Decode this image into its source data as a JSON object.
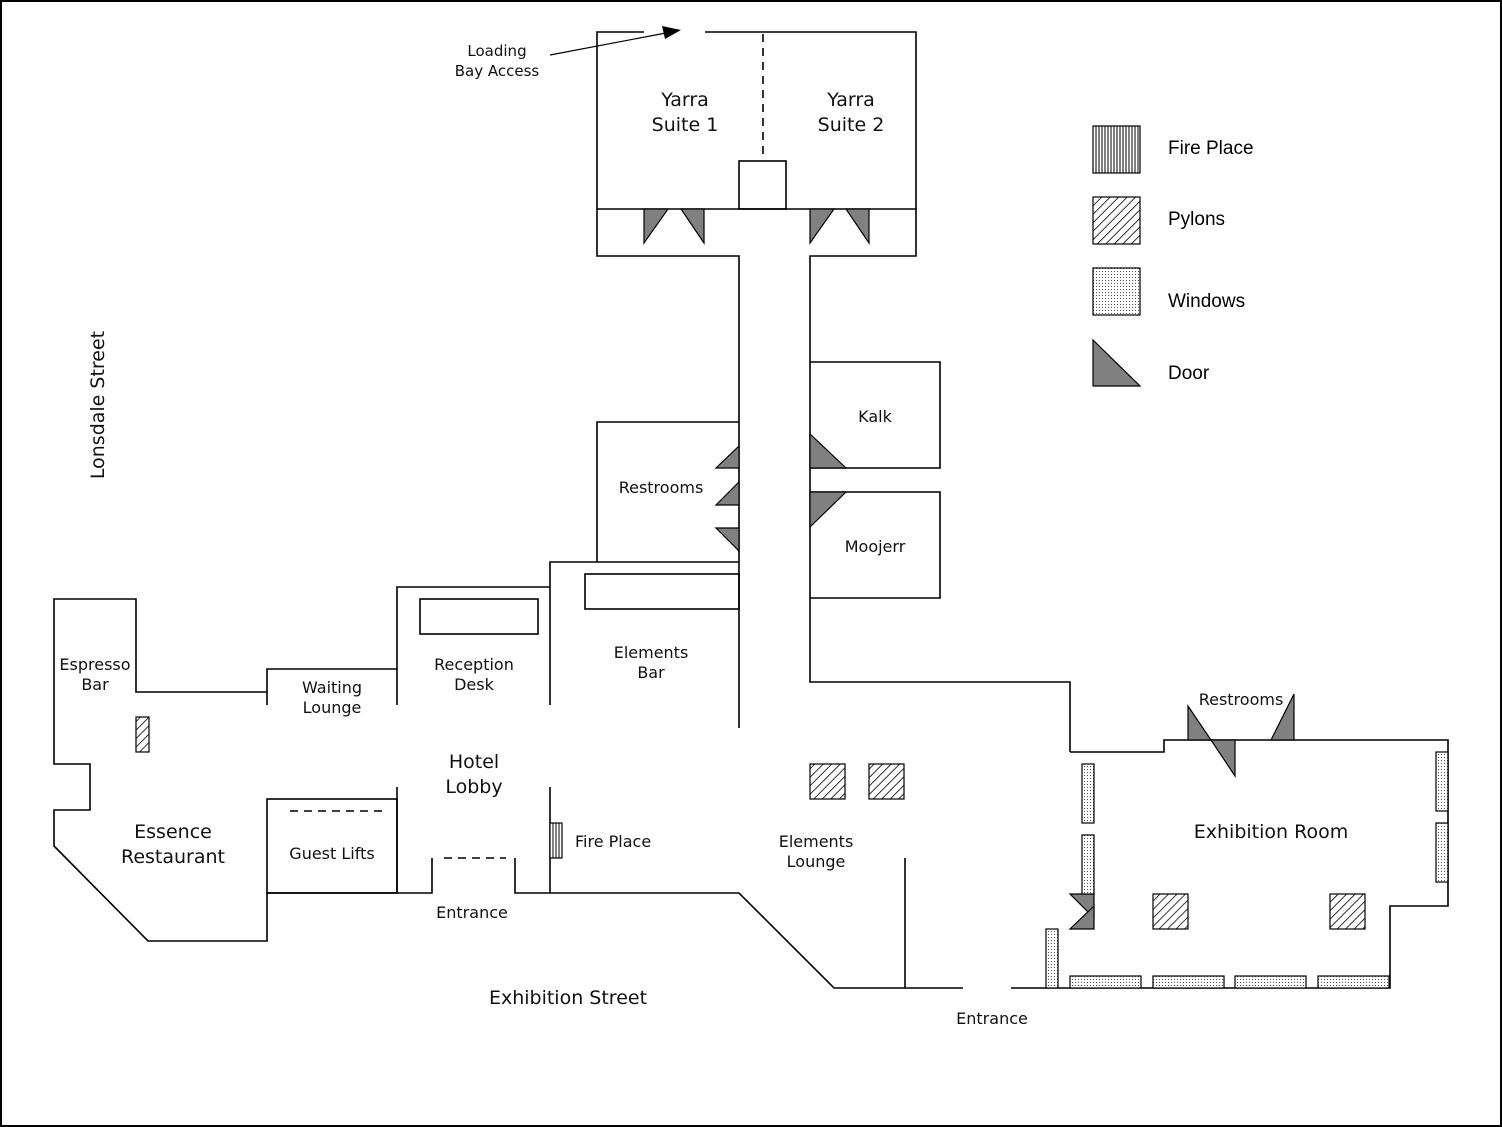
{
  "labels": {
    "loading_bay_1": "Loading",
    "loading_bay_2": "Bay Access",
    "yarra1_a": "Yarra",
    "yarra1_b": "Suite 1",
    "yarra2_a": "Yarra",
    "yarra2_b": "Suite 2",
    "lonsdale": "Lonsdale Street",
    "kalk": "Kalk",
    "restrooms_left": "Restrooms",
    "moojerr": "Moojerr",
    "espresso_a": "Espresso",
    "espresso_b": "Bar",
    "waiting_a": "Waiting",
    "waiting_b": "Lounge",
    "reception_a": "Reception",
    "reception_b": "Desk",
    "elements_bar_a": "Elements",
    "elements_bar_b": "Bar",
    "restrooms_right": "Restrooms",
    "hotel_lobby_a": "Hotel",
    "hotel_lobby_b": "Lobby",
    "essence_a": "Essence",
    "essence_b": "Restaurant",
    "guest_lifts": "Guest Lifts",
    "fire_place": "Fire Place",
    "elements_lounge_a": "Elements",
    "elements_lounge_b": "Lounge",
    "exhibition_room": "Exhibition Room",
    "entrance_left": "Entrance",
    "exhibition_street": "Exhibition Street",
    "entrance_right": "Entrance"
  },
  "legend": {
    "fire_place": "Fire Place",
    "pylons": "Pylons",
    "windows": "Windows",
    "door": "Door"
  },
  "colors": {
    "door_fill": "#808080",
    "wall": "#000000",
    "background": "#ffffff"
  }
}
